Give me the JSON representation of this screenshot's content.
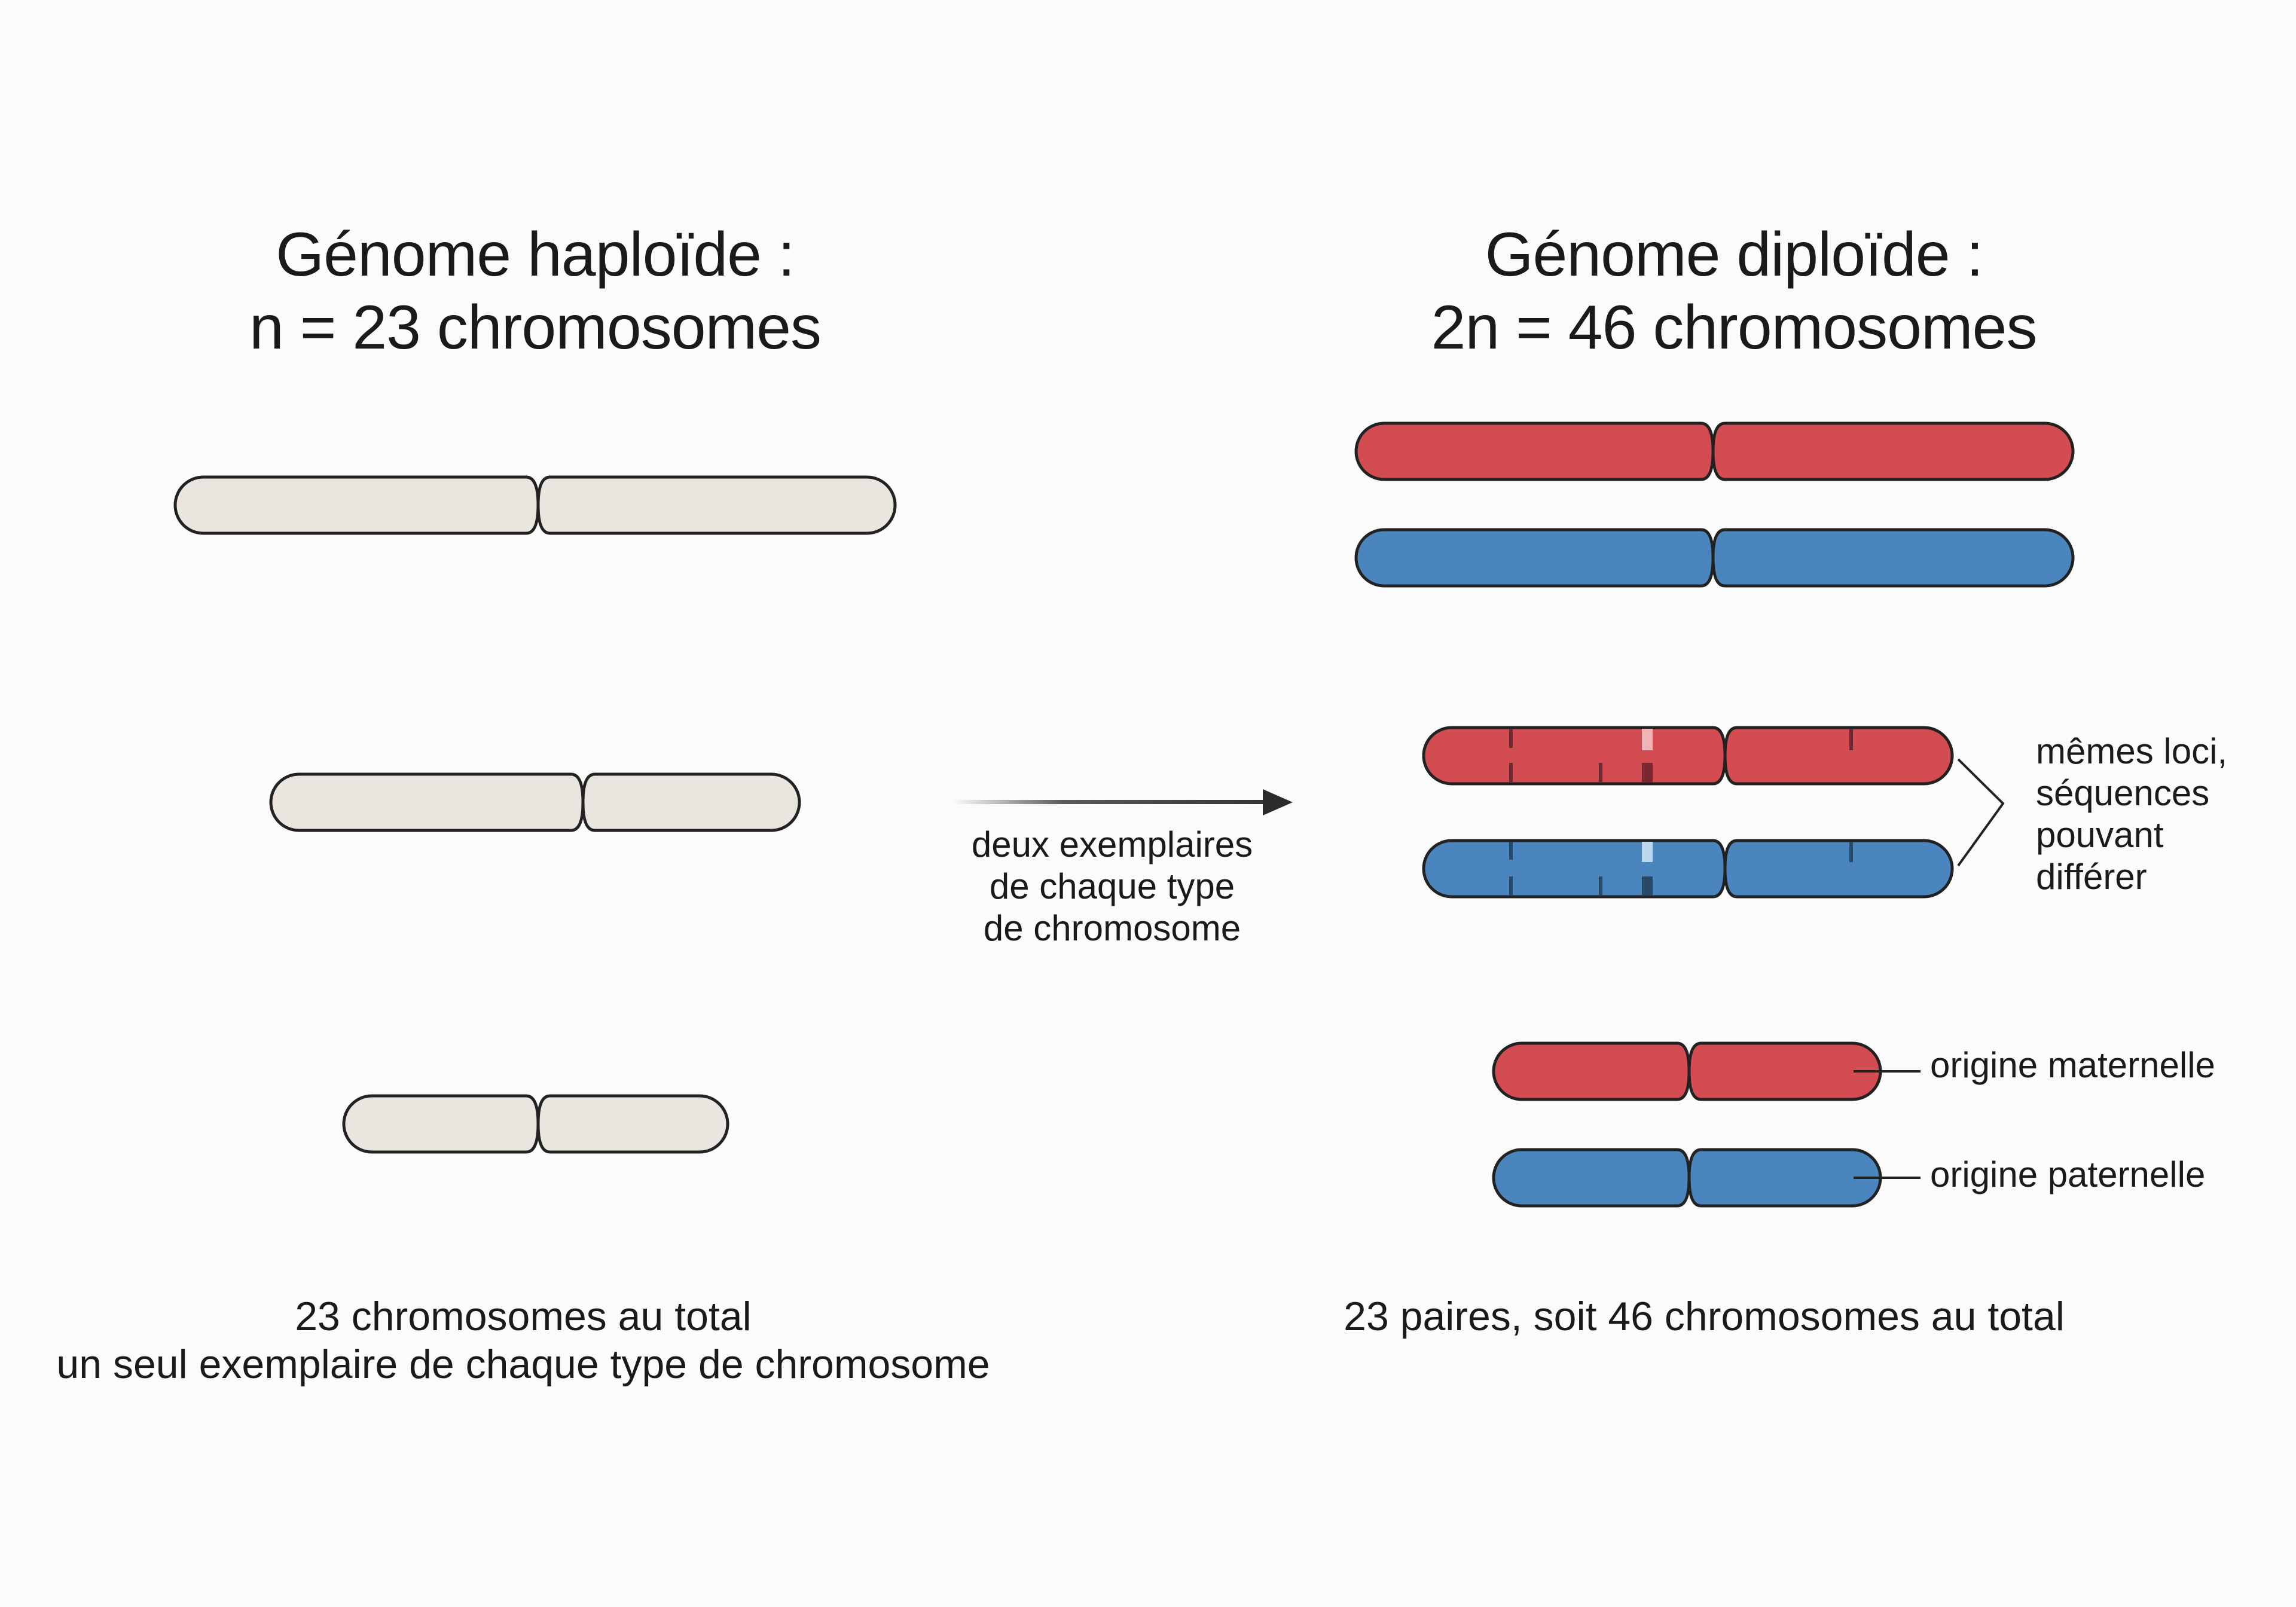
{
  "haploid": {
    "title_line1": "Génome haploïde :",
    "title_line2": "n = 23 chromosomes",
    "caption_line1": "23 chromosomes au total",
    "caption_line2": "un seul exemplaire de chaque type de chromosome"
  },
  "diploid": {
    "title_line1": "Génome diploïde :",
    "title_line2": "2n = 46 chromosomes",
    "caption": "23 paires, soit 46 chromosomes au total"
  },
  "arrow_label": {
    "line1": "deux exemplaires",
    "line2": "de chaque type",
    "line3": "de chromosome"
  },
  "loci_label": {
    "line1": "mêmes loci,",
    "line2": "séquences",
    "line3": "pouvant",
    "line4": "différer"
  },
  "origin_labels": {
    "maternal": "origine maternelle",
    "paternal": "origine paternelle"
  },
  "colors": {
    "haploid_fill": "#ebe5e0",
    "maternal": "#d34c52",
    "paternal": "#4a86bd",
    "outline": "#222222",
    "band": "#5a2630"
  }
}
